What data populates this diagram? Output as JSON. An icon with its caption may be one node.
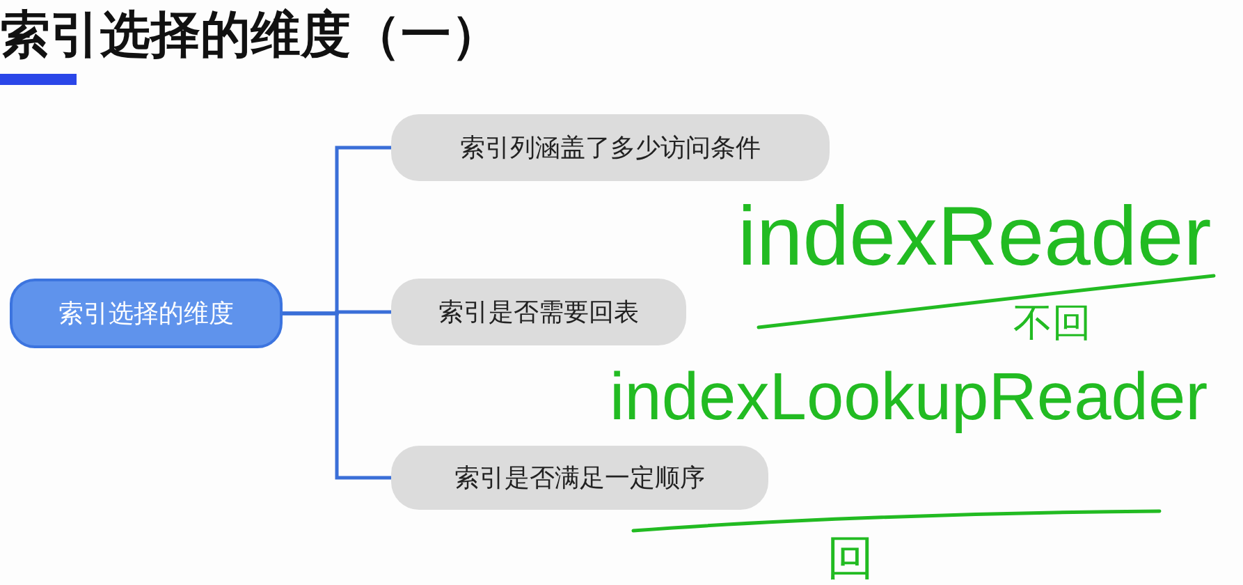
{
  "diagram": {
    "title": "索引选择的维度（一）",
    "nodes": [
      {
        "text": [
          "索引选择的维度"
        ]
      },
      {
        "text": [
          "索引列涵盖了多少访问条件"
        ]
      },
      {
        "text": [
          "索引是否需要回表"
        ]
      },
      {
        "text": [
          "索引是否满足一定顺序"
        ]
      }
    ],
    "edges": [
      {
        "from": 0,
        "to": 1,
        "arrow": "none"
      },
      {
        "from": 0,
        "to": 2,
        "arrow": "none"
      },
      {
        "from": 0,
        "to": 3,
        "arrow": "none"
      }
    ],
    "labels": [
      "indexReader",
      "不回",
      "indexLookupReader",
      "回"
    ]
  }
}
